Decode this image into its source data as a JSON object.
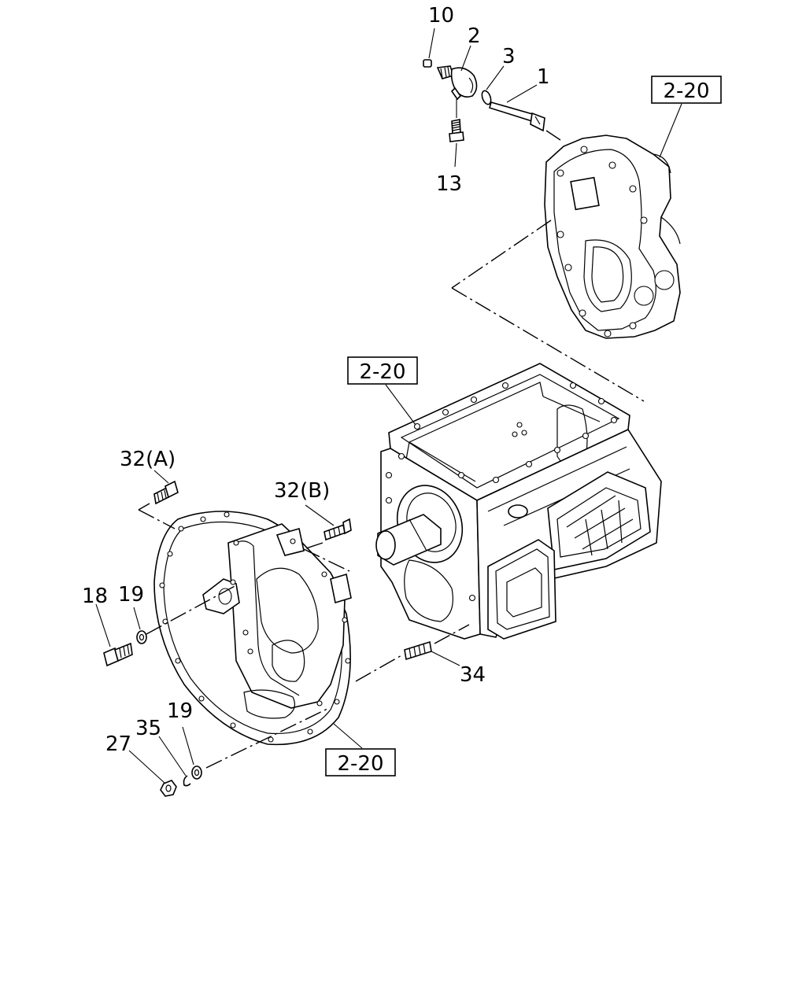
{
  "labels": {
    "p10": "10",
    "p2": "2",
    "p3": "3",
    "p1": "1",
    "p13": "13",
    "ref_top": "2-20",
    "ref_mid": "2-20",
    "ref_bottom": "2-20",
    "p32a": "32(A)",
    "p32b": "32(B)",
    "p19a": "19",
    "p18": "18",
    "p34": "34",
    "p19b": "19",
    "p35": "35",
    "p27": "27"
  }
}
